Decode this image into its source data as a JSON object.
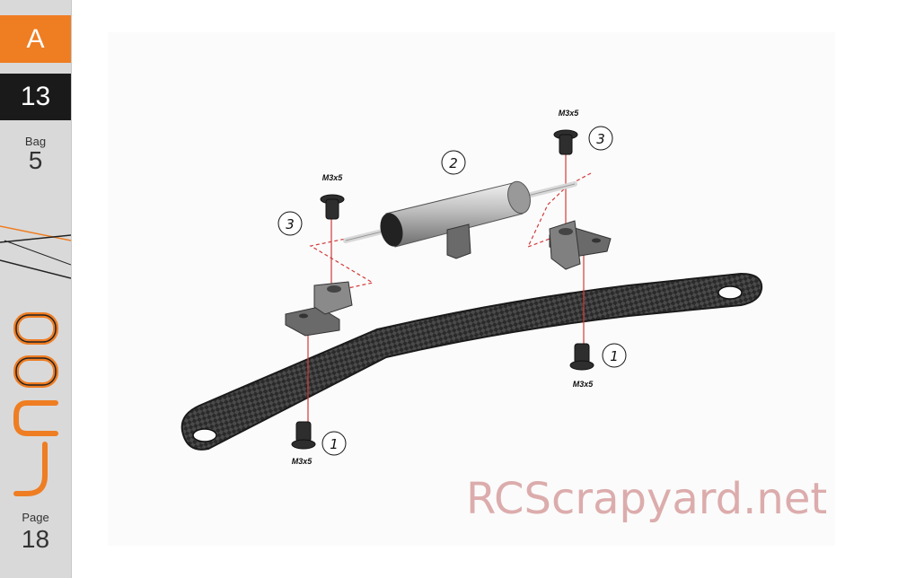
{
  "sidebar": {
    "section": "A",
    "step": "13",
    "bag_label": "Bag",
    "bag_number": "5",
    "page_label": "Page",
    "page_number": "18",
    "accent_color": "#ef7d22"
  },
  "callouts": [
    {
      "number": "1",
      "part": "M3x5"
    },
    {
      "number": "1",
      "part": "M3x5"
    },
    {
      "number": "2"
    },
    {
      "number": "3",
      "part": "M3x5"
    },
    {
      "number": "3",
      "part": "M3x5"
    }
  ],
  "watermark": "RCScrapyard.net"
}
